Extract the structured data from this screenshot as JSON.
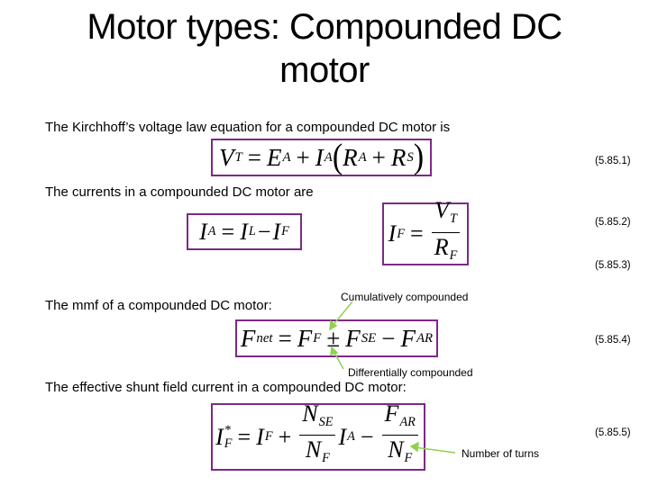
{
  "slide": {
    "title": "Motor types: Compounded DC motor",
    "title_line1": "Motor types: Compounded DC",
    "title_line2": "motor",
    "accent_color": "#7b2a86",
    "arrow_color": "#92d050"
  },
  "sections": [
    {
      "text": "The Kirchhoff’s voltage law equation for a compounded DC motor is"
    },
    {
      "text": "The currents in a compounded DC motor are"
    },
    {
      "text": "The mmf of a compounded DC motor:"
    },
    {
      "text": "The effective shunt field current in a compounded DC motor:"
    }
  ],
  "equations": [
    {
      "id": "5.85.1",
      "label": "(5.85.1)",
      "latex": "V_T = E_A + I_A(R_A + R_S)"
    },
    {
      "id": "5.85.2",
      "label": "(5.85.2)",
      "latex": "I_A = I_L - I_F"
    },
    {
      "id": "5.85.3",
      "label": "(5.85.3)",
      "latex": "I_F = V_T / R_F"
    },
    {
      "id": "5.85.4",
      "label": "(5.85.4)",
      "latex": "F_net = F_F ± F_SE - F_AR"
    },
    {
      "id": "5.85.5",
      "label": "(5.85.5)",
      "latex": "I*_F = I_F + (N_SE/N_F) I_A - F_AR/N_F"
    }
  ],
  "annotations": {
    "cumulative": "Cumulatively compounded",
    "differential": "Differentially compounded",
    "turns": "Number of turns"
  },
  "sym": {
    "V": "V",
    "E": "E",
    "I": "I",
    "R": "R",
    "F": "F",
    "N": "N",
    "T": "T",
    "A": "A",
    "S": "S",
    "L": "L",
    "net": "net",
    "SE": "SE",
    "AR": "AR",
    "star": "*",
    "eq": "=",
    "plus": "+",
    "minus": "−",
    "pm": "±",
    "lp": "(",
    "rp": ")"
  }
}
